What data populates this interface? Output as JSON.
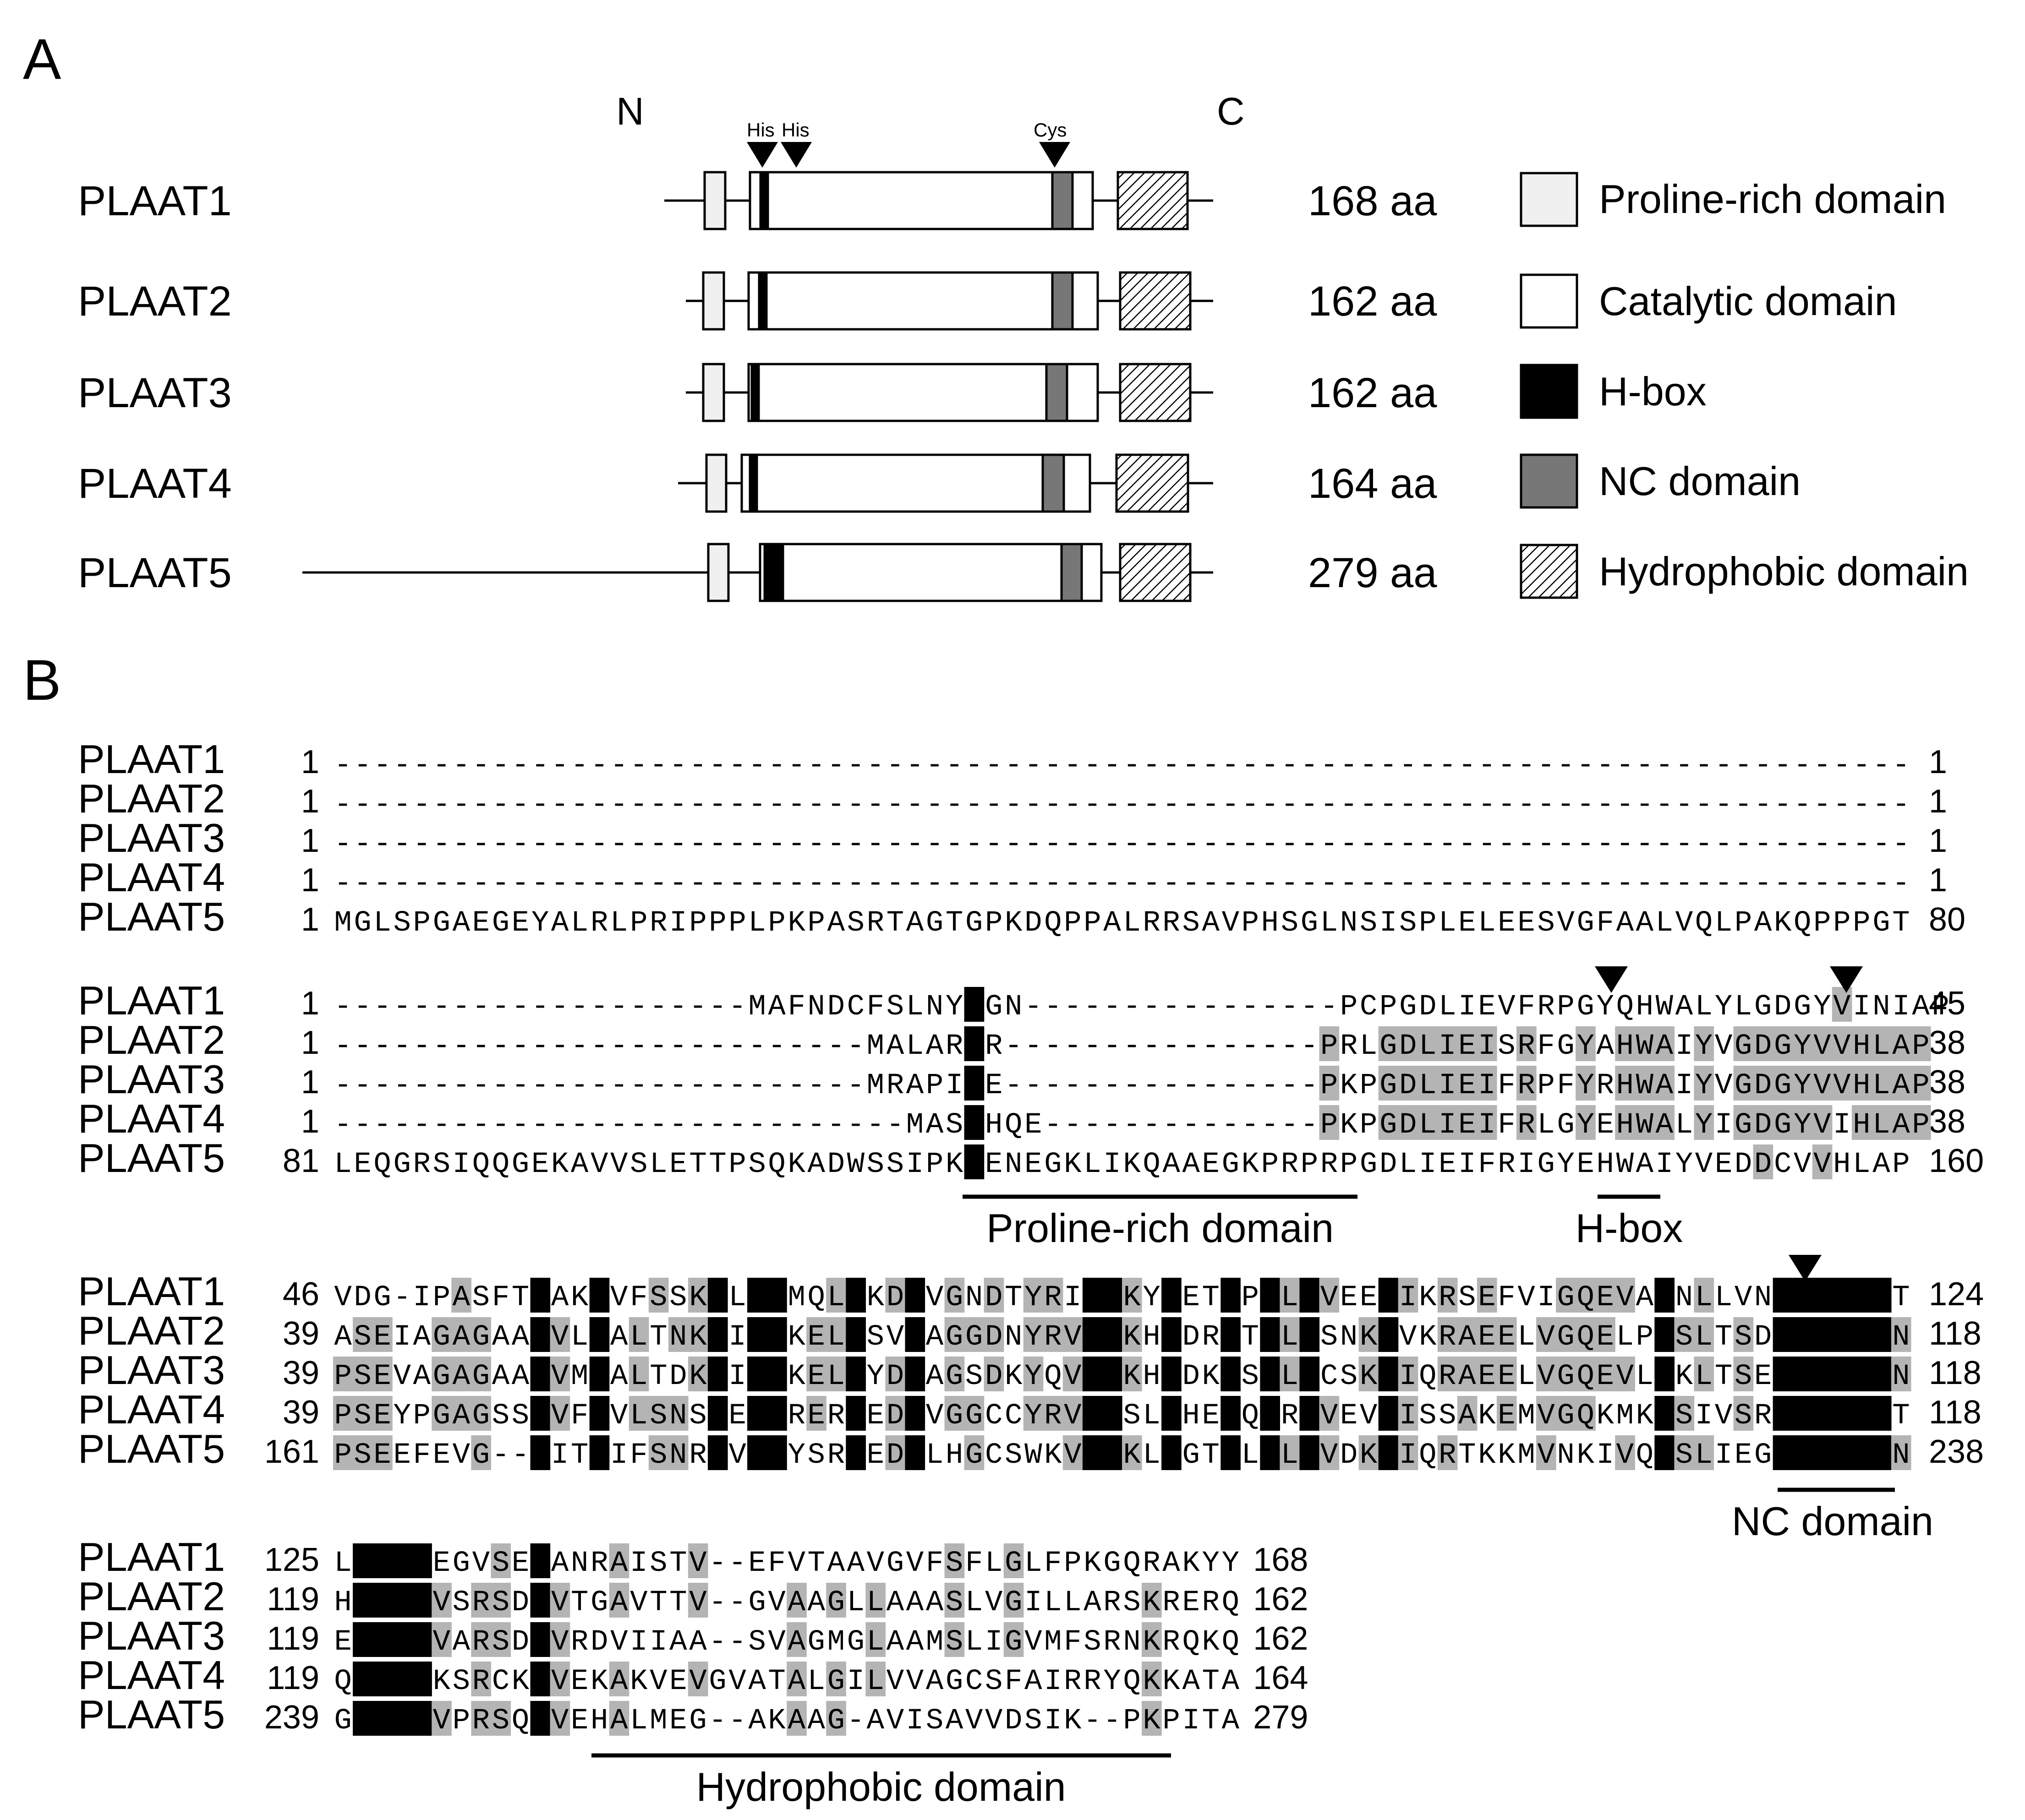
{
  "panel_a": {
    "label": "A",
    "n_label": "N",
    "c_label": "C",
    "site_labels": {
      "his1": "His",
      "his2": "His",
      "cys": "Cys"
    },
    "proteins": [
      {
        "name": "PLAAT1",
        "length": "168 aa"
      },
      {
        "name": "PLAAT2",
        "length": "162 aa"
      },
      {
        "name": "PLAAT3",
        "length": "162 aa"
      },
      {
        "name": "PLAAT4",
        "length": "164 aa"
      },
      {
        "name": "PLAAT5",
        "length": "279 aa"
      }
    ],
    "legend": [
      {
        "label": "Proline-rich domain",
        "color": "#f0f0f0"
      },
      {
        "label": "Catalytic domain",
        "color": "#ffffff"
      },
      {
        "label": "H-box",
        "color": "#000000"
      },
      {
        "label": "NC domain",
        "color": "#777777"
      },
      {
        "label": "Hydrophobic domain",
        "color": "hatch"
      }
    ]
  },
  "panel_b": {
    "label": "B",
    "blocks": [
      {
        "rows": [
          {
            "name": "PLAAT1",
            "start": "1",
            "end": "1",
            "seq": "--------------------------------------------------------------------------------"
          },
          {
            "name": "PLAAT2",
            "start": "1",
            "end": "1",
            "seq": "--------------------------------------------------------------------------------"
          },
          {
            "name": "PLAAT3",
            "start": "1",
            "end": "1",
            "seq": "--------------------------------------------------------------------------------"
          },
          {
            "name": "PLAAT4",
            "start": "1",
            "end": "1",
            "seq": "--------------------------------------------------------------------------------"
          },
          {
            "name": "PLAAT5",
            "start": "1",
            "end": "80",
            "seq": "MGLSPGAEGEYALRLPRIPPPLPKPASRTAGTGPKDQPPALRRSAVPHSGLNSISPLELEESVGFAALVQLPAKQPPPGT"
          }
        ]
      },
      {
        "rows": [
          {
            "name": "PLAAT1",
            "start": "1",
            "end": "45",
            "seq": "---------------------MAFNDCFSLNYPGN----------------PCPGDLIEVFRPGYQHWALYLGDGYVINIAP"
          },
          {
            "name": "PLAAT2",
            "start": "1",
            "end": "38",
            "seq": "---------------------------MALARPR----------------PRLGDLIEISRFGYAHWAIYVGDGYVVHLAP"
          },
          {
            "name": "PLAAT3",
            "start": "1",
            "end": "38",
            "seq": "---------------------------MRAPIPE----------------PKPGDLIEIFRPFYRHWAIYVGDGYVVHLAP"
          },
          {
            "name": "PLAAT4",
            "start": "1",
            "end": "38",
            "seq": "-----------------------------MASPHQE--------------PKPGDLIEIFRLGYEHWALYIGDGYVIHLAP"
          },
          {
            "name": "PLAAT5",
            "start": "81",
            "end": "160",
            "seq": "LEQGRSIQQGEKAVVSLETTPSQKADWSSIPKPENEGKLIKQAAEGKPRPRPGDLIEIFRIGYEHWAIYVEDDCVVHLAP"
          }
        ],
        "annotations": [
          "Proline-rich domain",
          "H-box"
        ]
      },
      {
        "rows": [
          {
            "name": "PLAAT1",
            "start": "46",
            "end": "124",
            "seq": "VDG-IPASFTSAKSVFSSKALVKMQLLKDVVGNDTYRINNKYDETYPPLPVEEIIKRSEFVIGQEVAYNLLVNNCEHFVT"
          },
          {
            "name": "PLAAT2",
            "start": "39",
            "end": "118",
            "seq": "ASEIAGAGAASVLSALTNKAIVKKELLSVVAGGDNYRVNNKHDDRYTPLPSNKIVKRAEELVGQELPYSLTSDNCEHFVN"
          },
          {
            "name": "PLAAT3",
            "start": "39",
            "end": "118",
            "seq": "PSEVAGAGAASVMSALTDKAIVKKELLYDVAGSDKYQVNNKHDDKYSPLPCSKIIQRAEELVGQEVLYKLTSENCEHFVN"
          },
          {
            "name": "PLAAT4",
            "start": "39",
            "end": "118",
            "seq": "PSEYPGAGSSSVFSVLSNSAEVKRERLEDVVGGCCYRVNNSLDHEYQPRPVEVIISSAKEMVGQKMKYSIVSRNCEHFVT"
          },
          {
            "name": "PLAAT5",
            "start": "161",
            "end": "238",
            "seq": "PSEEFEVG--SITSIFSNRAVVKYSRLEDVLHGCSWKVNNKLDGTYLPLPVDKIIQRTKKMVNKIVQYSLIEGNCEHFVN"
          }
        ],
        "annotations": [
          "NC domain"
        ]
      },
      {
        "rows": [
          {
            "name": "PLAAT1",
            "start": "125",
            "end": "168",
            "seq": "LLRYGEGVSEQANRAISTV--EFVTAAVGVFSFLGLFPKGQRAKYY"
          },
          {
            "name": "PLAAT2",
            "start": "119",
            "end": "162",
            "seq": "HLRYGVSRSDQVTGAVTTV--GVAAGLLAAASLVGILLARSKRERQ"
          },
          {
            "name": "PLAAT3",
            "start": "119",
            "end": "162",
            "seq": "ELRYGVARSDQVRDVIIAA--SVAGMGLAAMSLIGVMFSRNKRQKQ"
          },
          {
            "name": "PLAAT4",
            "start": "119",
            "end": "164",
            "seq": "QLRYGKSRCKQVEKAKVEVGVATALGILVVAGCSFAIRRYQKKATA"
          },
          {
            "name": "PLAAT5",
            "start": "239",
            "end": "279",
            "seq": "GLRYGVPRSQQVEHALMEG--AKAAG-AVISAVVDSIK--PKPITA"
          }
        ],
        "annotations": [
          "Hydrophobic domain"
        ]
      }
    ]
  }
}
